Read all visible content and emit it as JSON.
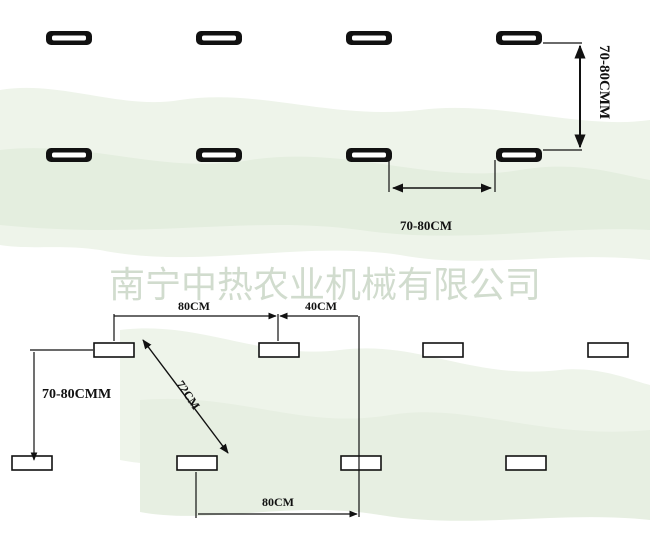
{
  "watermark": {
    "text": "南宁中热农业机械有限公司"
  },
  "top_section": {
    "row_spacing_label": "70-80CMM",
    "column_spacing_label": "70-80CM"
  },
  "bottom_section": {
    "top_spacing_label": "80CM",
    "offset_label": "40CM",
    "row_spacing_label": "70-80CMM",
    "diagonal_label": "72CM",
    "bottom_spacing_label": "80CM"
  },
  "colors": {
    "line": "#111111",
    "background_tint": "#eef4ea",
    "watermark": "#c9d6c6"
  }
}
